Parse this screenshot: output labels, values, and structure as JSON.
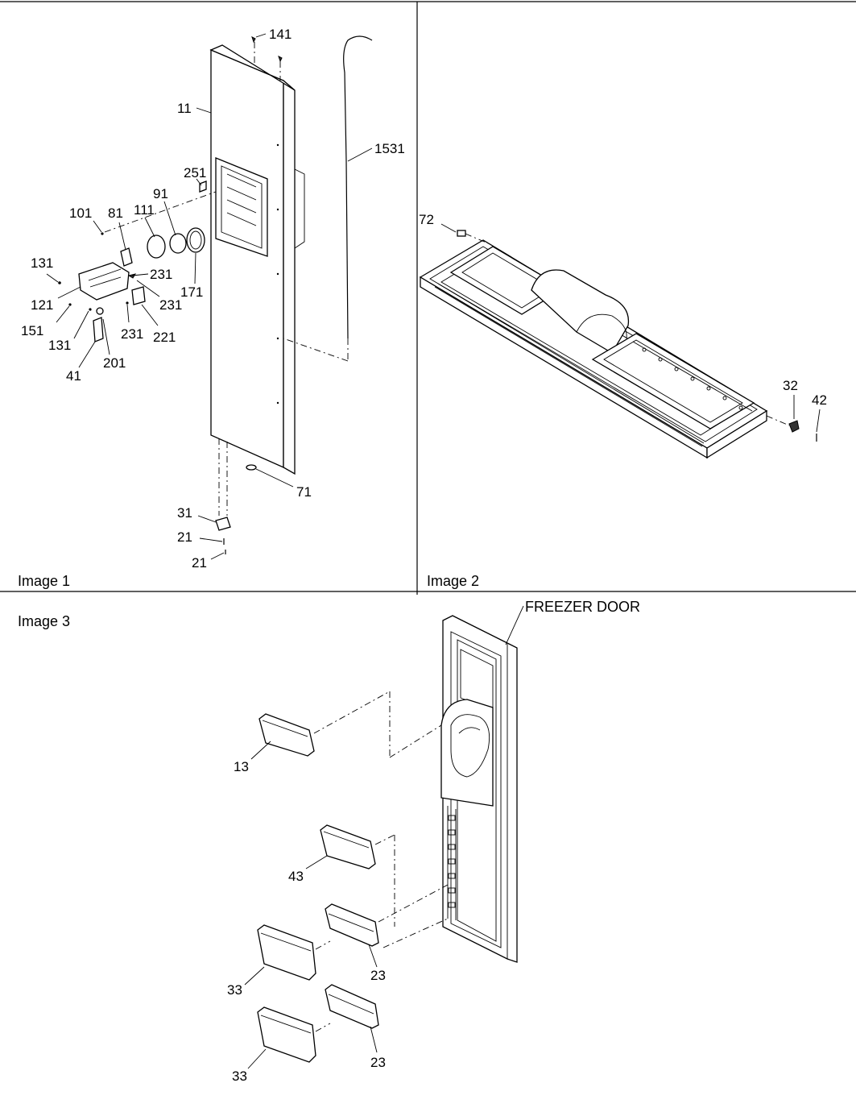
{
  "panels": {
    "image1": {
      "caption": "Image 1"
    },
    "image2": {
      "caption": "Image 2"
    },
    "image3": {
      "caption": "Image 3",
      "door_label": "FREEZER DOOR"
    }
  },
  "callouts1": [
    "141",
    "11",
    "1531",
    "251",
    "91",
    "111",
    "81",
    "101",
    "131",
    "231",
    "121",
    "231",
    "171",
    "151",
    "231",
    "221",
    "131",
    "201",
    "41",
    "71",
    "31",
    "21",
    "21"
  ],
  "callouts2": [
    "72",
    "32",
    "42"
  ],
  "callouts3": [
    "13",
    "43",
    "23",
    "33",
    "23",
    "33"
  ]
}
